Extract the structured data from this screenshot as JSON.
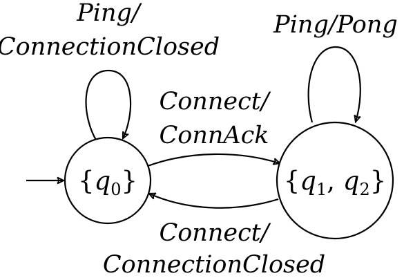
{
  "states": [
    {
      "id": "q0",
      "label_open": "{",
      "label_var": "q",
      "label_sub": "0",
      "label_close": "}",
      "initial": true
    },
    {
      "id": "q12",
      "label_open": "{",
      "label_var1": "q",
      "label_sub1": "1",
      "label_sep": ", ",
      "label_var2": "q",
      "label_sub2": "2",
      "label_close": "}",
      "initial": false
    }
  ],
  "transitions": {
    "q0_self": {
      "line1": "Ping/",
      "line2": "ConnectionClosed"
    },
    "q12_self": {
      "line1": "Ping/Pong"
    },
    "q0_to_q12": {
      "line1": "Connect/",
      "line2": "ConnAck"
    },
    "q12_to_q0": {
      "line1": "Connect/",
      "line2": "ConnectionClosed"
    }
  }
}
